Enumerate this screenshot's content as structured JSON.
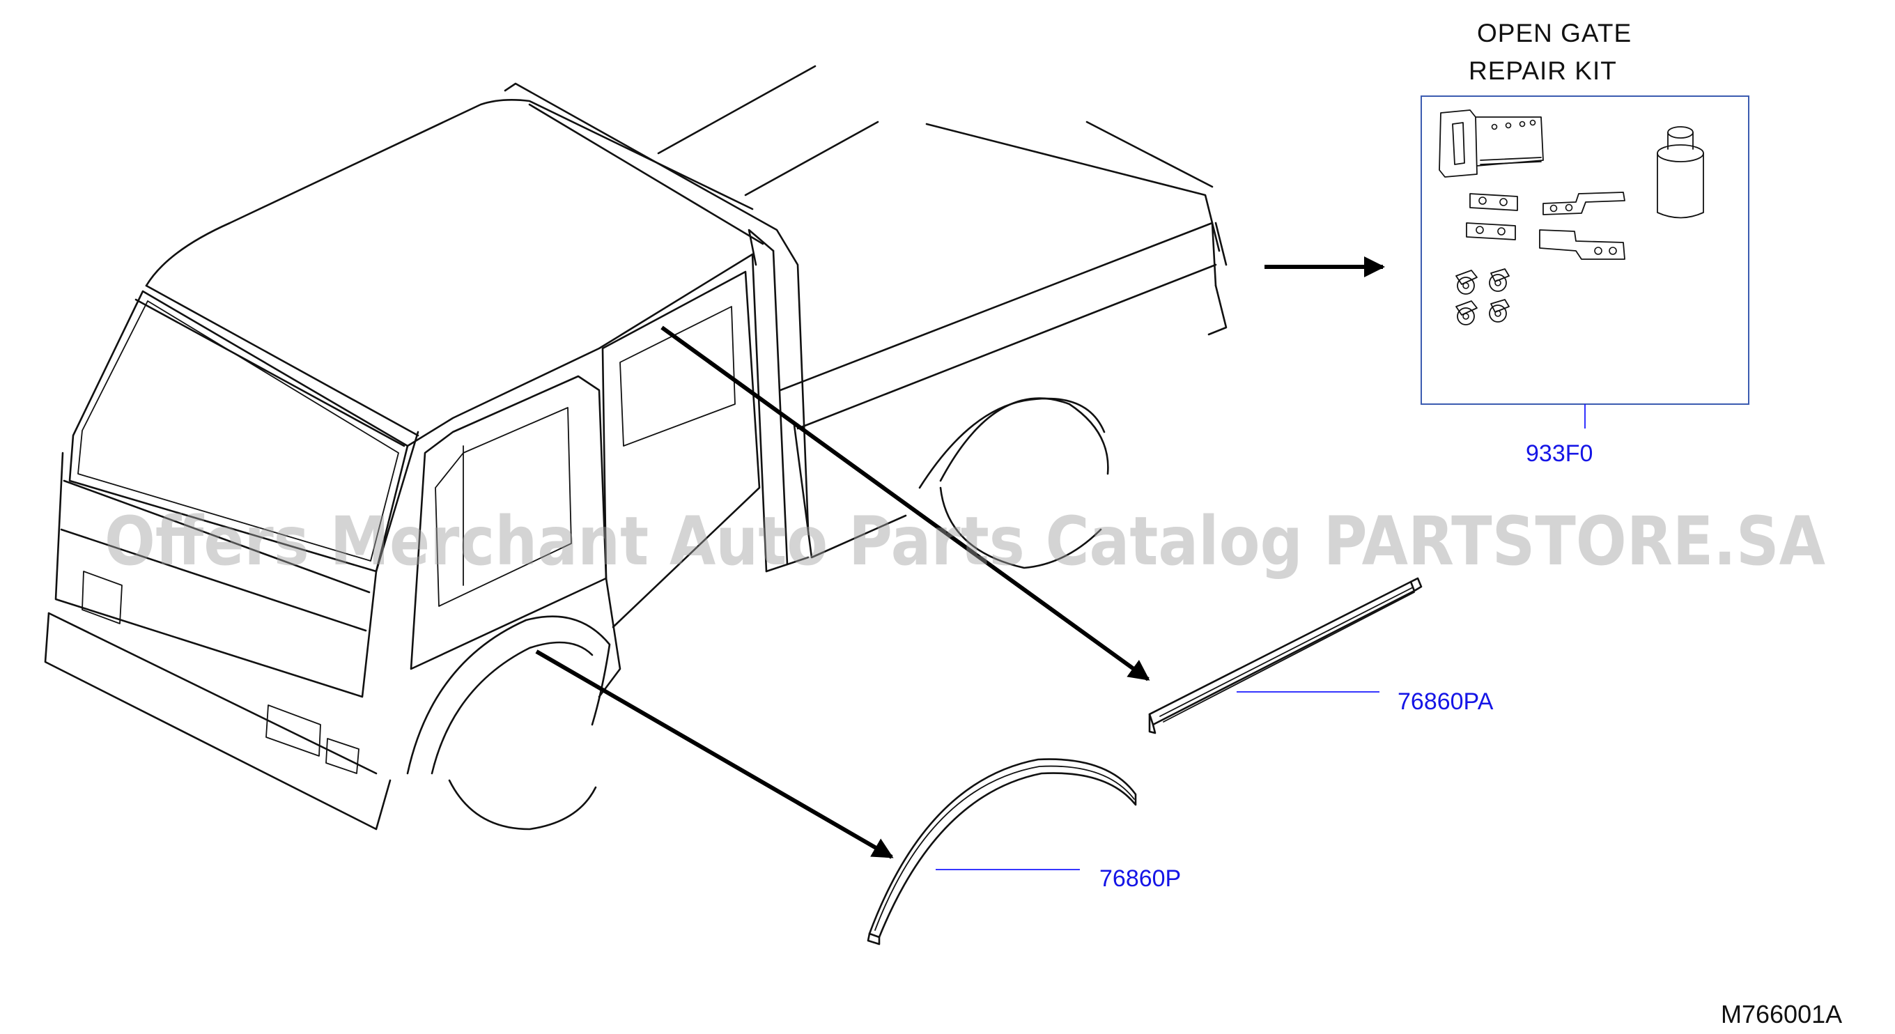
{
  "kit_title": {
    "line1": "OPEN  GATE",
    "line2": "REPAIR  KIT"
  },
  "parts": [
    {
      "code": "933F0"
    },
    {
      "code": "76860PA"
    },
    {
      "code": "76860P"
    }
  ],
  "figure_code": "M766001A",
  "watermark": "Offers Merchant Auto Parts Catalog PARTSTORE.SA",
  "colors": {
    "part_label": "#1515e6",
    "line_art": "#111111",
    "kit_box": "#3b5bb0"
  }
}
